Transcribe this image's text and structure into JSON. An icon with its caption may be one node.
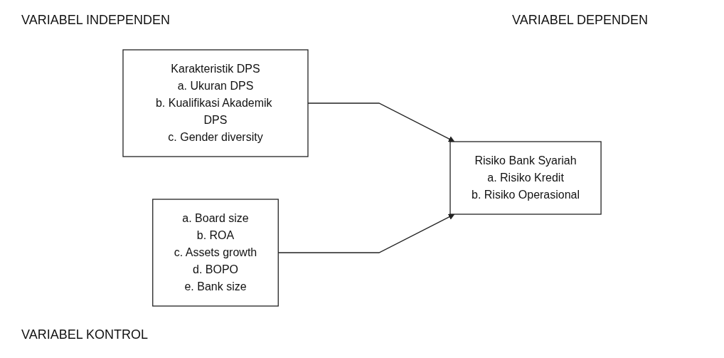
{
  "diagram": {
    "nodes": [
      {
        "text": [
          "Karakteristik DPS",
          "a. Ukuran DPS",
          "b. Kualifikasi Akademik DPS",
          "c. Gender diversity"
        ]
      },
      {
        "text": [
          "Risiko Bank Syariah",
          "a. Risiko Kredit",
          "b. Risiko Operasional"
        ]
      },
      {
        "text": [
          "a. Board size",
          "b. ROA",
          "c. Assets growth",
          "d. BOPO",
          "e. Bank size"
        ]
      }
    ],
    "edges": [
      {
        "from": 0,
        "to": 1,
        "arrow": "to"
      },
      {
        "from": 2,
        "to": 1,
        "arrow": "to"
      }
    ],
    "labels": [
      "VARIABEL INDEPENDEN",
      "VARIABEL DEPENDEN",
      "VARIABEL KONTROL"
    ]
  }
}
